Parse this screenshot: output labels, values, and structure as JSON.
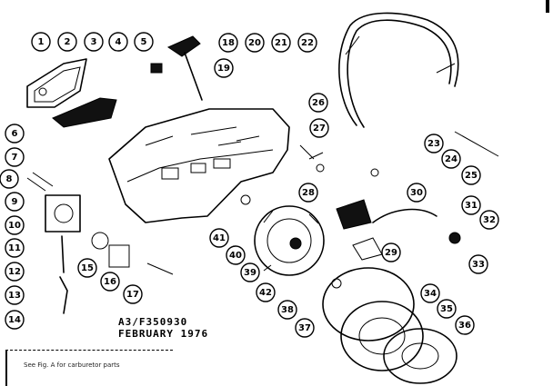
{
  "callouts": [
    "1",
    "2",
    "3",
    "4",
    "5",
    "6",
    "7",
    "8",
    "9",
    "10",
    "11",
    "12",
    "13",
    "14",
    "15",
    "16",
    "17",
    "18",
    "19",
    "20",
    "21",
    "22",
    "23",
    "24",
    "25",
    "26",
    "27",
    "28",
    "29",
    "30",
    "31",
    "32",
    "33",
    "34",
    "35",
    "36",
    "37",
    "38",
    "39",
    "40",
    "41",
    "42"
  ],
  "doc_code": "A3/F350930",
  "doc_date": "FEBRUARY 1976",
  "note": "See Fig. A for carburetor parts"
}
